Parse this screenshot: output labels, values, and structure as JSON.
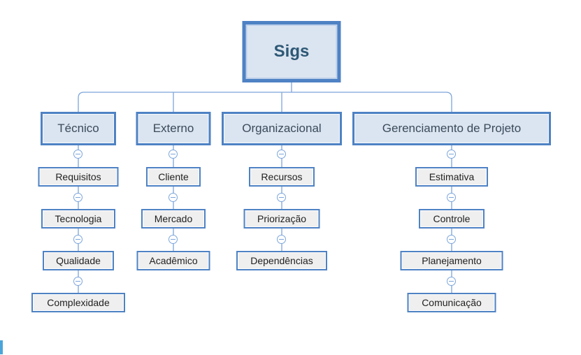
{
  "diagram": {
    "root": {
      "label": "Sigs"
    },
    "branches": [
      {
        "label": "Técnico",
        "children": [
          "Requisitos",
          "Tecnologia",
          "Qualidade",
          "Complexidade"
        ]
      },
      {
        "label": "Externo",
        "children": [
          "Cliente",
          "Mercado",
          "Acadêmico"
        ]
      },
      {
        "label": "Organizacional",
        "children": [
          "Recursos",
          "Priorização",
          "Dependências"
        ]
      },
      {
        "label": "Gerenciamento de Projeto",
        "children": [
          "Estimativa",
          "Controle",
          "Planejamento",
          "Comunicação"
        ]
      }
    ],
    "collapse_icon_glyph": "−",
    "colors": {
      "node_border": "#4E82C4",
      "root_fill": "#DBE5F1",
      "branch_fill": "#DBE5F1",
      "leaf_fill": "#EFEFEF",
      "connector": "#7CA5DB",
      "root_text": "#2E5876",
      "branch_text": "#3B4A5A",
      "leaf_text": "#1F1F1F",
      "edge_marker": "#4BA5D9"
    }
  }
}
